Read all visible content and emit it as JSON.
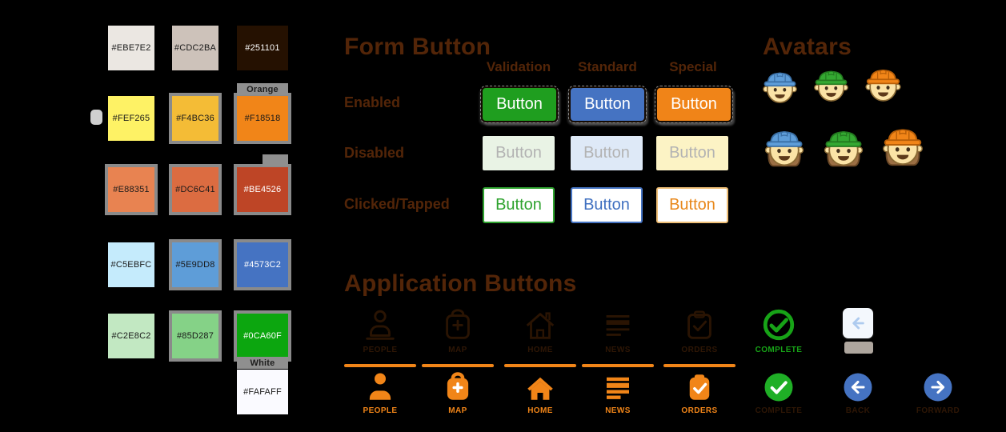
{
  "background": "#000000",
  "accent": "#F18518",
  "heading_color": "#532508",
  "palette": {
    "swatches": [
      {
        "hex": "#EBE7E2",
        "row": 1,
        "col": 1,
        "text": "dark",
        "border": false
      },
      {
        "hex": "#CDC2BA",
        "row": 1,
        "col": 2,
        "text": "dark",
        "border": false
      },
      {
        "hex": "#251101",
        "row": 1,
        "col": 3,
        "text": "light",
        "border": false
      },
      {
        "hex": "#FEF265",
        "row": 2,
        "col": 1,
        "text": "dark",
        "border": false
      },
      {
        "hex": "#F4BC36",
        "row": 2,
        "col": 2,
        "text": "dark",
        "border": true
      },
      {
        "hex": "#F18518",
        "row": 2,
        "col": 3,
        "text": "dark",
        "border": true,
        "fragment": "Orange"
      },
      {
        "hex": "#E88351",
        "row": 3,
        "col": 1,
        "text": "dark",
        "border": true
      },
      {
        "hex": "#DC6C41",
        "row": 3,
        "col": 2,
        "text": "dark",
        "border": true
      },
      {
        "hex": "#BE4526",
        "row": 3,
        "col": 3,
        "text": "light",
        "border": true,
        "fragment": ""
      },
      {
        "hex": "#C5EBFC",
        "row": 4,
        "col": 1,
        "text": "dark",
        "border": false
      },
      {
        "hex": "#5E9DD8",
        "row": 4,
        "col": 2,
        "text": "dark",
        "border": true
      },
      {
        "hex": "#4573C2",
        "row": 4,
        "col": 3,
        "text": "light",
        "border": true
      },
      {
        "hex": "#C2E8C2",
        "row": 5,
        "col": 1,
        "text": "dark",
        "border": false
      },
      {
        "hex": "#85D287",
        "row": 5,
        "col": 2,
        "text": "dark",
        "border": true
      },
      {
        "hex": "#0CA60F",
        "row": 5,
        "col": 3,
        "text": "light",
        "border": true
      },
      {
        "hex": "#FAFAFF",
        "row": 6,
        "col": 3,
        "text": "dark",
        "border": false,
        "fragment": "White"
      }
    ]
  },
  "form_button": {
    "title": "Form Button",
    "columns": [
      "Validation",
      "Standard",
      "Special"
    ],
    "rows": [
      "Enabled",
      "Disabled",
      "Clicked/Tapped"
    ],
    "button_label": "Button",
    "variants": [
      {
        "name": "validation",
        "enabled_bg": "#1F9E1F",
        "disabled_bg": "#E9F3E5",
        "disabled_text": "#B3B3B3",
        "clicked_border": "#2FA32F",
        "clicked_text": "#2FA32F"
      },
      {
        "name": "standard",
        "enabled_bg": "#4573C2",
        "disabled_bg": "#DEE9F7",
        "disabled_text": "#B3B3B3",
        "clicked_border": "#4573C2",
        "clicked_text": "#4070C0"
      },
      {
        "name": "special",
        "enabled_bg": "#F08418",
        "disabled_bg": "#FCF3C5",
        "disabled_text": "#B3B3B3",
        "clicked_border": "#EFBF77",
        "clicked_text": "#E8871A"
      }
    ]
  },
  "avatars": {
    "title": "Avatars",
    "skin": "#FBE3A6",
    "skin_stroke": "#8A6A35",
    "hair": "#9C6F44",
    "items": [
      {
        "gender": "male",
        "helmet_color": "#5E9DD8",
        "helmet_stroke": "#3A6FA5",
        "name": "male-worker-blue-helmet"
      },
      {
        "gender": "male",
        "helmet_color": "#34A832",
        "helmet_stroke": "#237A1F",
        "name": "male-worker-green-helmet"
      },
      {
        "gender": "male",
        "helmet_color": "#F18518",
        "helmet_stroke": "#B85F08",
        "name": "male-worker-orange-helmet"
      },
      {
        "gender": "female",
        "helmet_color": "#5E9DD8",
        "helmet_stroke": "#3A6FA5",
        "name": "female-worker-blue-helmet"
      },
      {
        "gender": "female",
        "helmet_color": "#34A832",
        "helmet_stroke": "#237A1F",
        "name": "female-worker-green-helmet"
      },
      {
        "gender": "female",
        "helmet_color": "#F18518",
        "helmet_stroke": "#B85F08",
        "name": "female-worker-orange-helmet"
      }
    ]
  },
  "app_buttons": {
    "title": "Application Buttons",
    "outline_color": "#2A1403",
    "label_dark": "#2E1605",
    "orange": "#F18518",
    "green": "#1FAF26",
    "green_outline": "#17A317",
    "blue": "#4573C2",
    "disabled_arrow": "#AECBEF",
    "items": [
      {
        "label": "PEOPLE",
        "icon": "person-icon",
        "top": "outline-dark",
        "bottom": "filled-orange",
        "divider": true
      },
      {
        "label": "MAP",
        "icon": "first-aid-icon",
        "top": "outline-dark",
        "bottom": "filled-orange",
        "divider": true
      },
      {
        "label": "HOME",
        "icon": "home-icon",
        "top": "outline-dark",
        "bottom": "filled-orange",
        "divider": true
      },
      {
        "label": "NEWS",
        "icon": "list-icon",
        "top": "outline-dark",
        "bottom": "filled-orange",
        "divider": true
      },
      {
        "label": "ORDERS",
        "icon": "clipboard-check-icon",
        "top": "outline-dark",
        "bottom": "filled-orange",
        "divider": true
      },
      {
        "label": "COMPLETE",
        "icon": "check-circle-icon",
        "top": "outline-green",
        "bottom": "filled-green",
        "divider": false
      },
      {
        "label": "BACK",
        "icon": "arrow-left-icon",
        "top": "disabled",
        "bottom": "filled-blue",
        "divider": false
      },
      {
        "label": "FORWARD",
        "icon": "arrow-right-icon",
        "top": "none",
        "bottom": "filled-blue",
        "divider": false
      }
    ]
  }
}
